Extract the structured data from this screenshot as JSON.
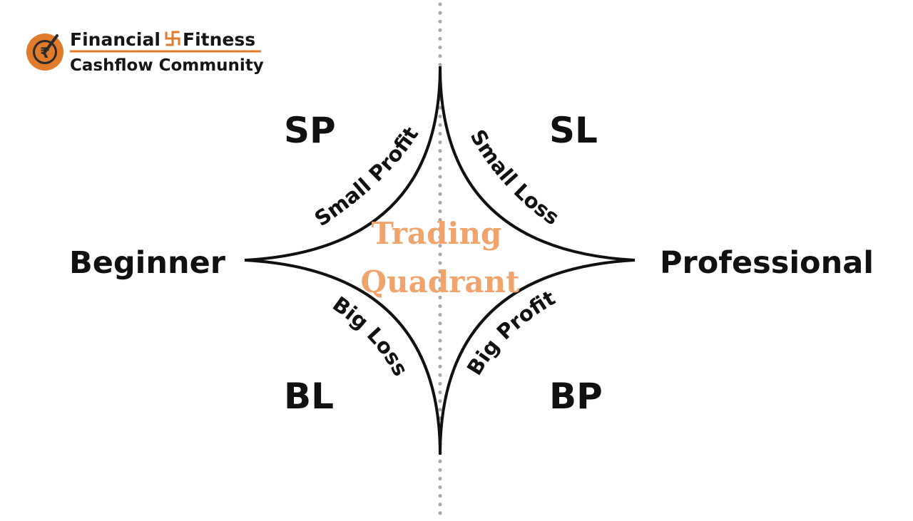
{
  "logo": {
    "line1_left": "Financial",
    "line1_right": "Fitness",
    "line2": "Cashflow Community",
    "currency_symbol": "₹",
    "icon": "rupee-gauge-icon",
    "separator_icon": "swastika-icon",
    "accent_color": "#e07b2c"
  },
  "quadrant": {
    "center_title_line1": "Trading",
    "center_title_line2": "Quadrant",
    "center_color": "#f0a36b",
    "corners": {
      "top_left": "SP",
      "top_right": "SL",
      "bottom_left": "BL",
      "bottom_right": "BP"
    },
    "sides": {
      "left": "Beginner",
      "right": "Professional"
    },
    "arcs": {
      "top_left": "Small Profit",
      "top_right": "Small Loss",
      "bottom_left": "Big Loss",
      "bottom_right": "Big Profit"
    }
  }
}
